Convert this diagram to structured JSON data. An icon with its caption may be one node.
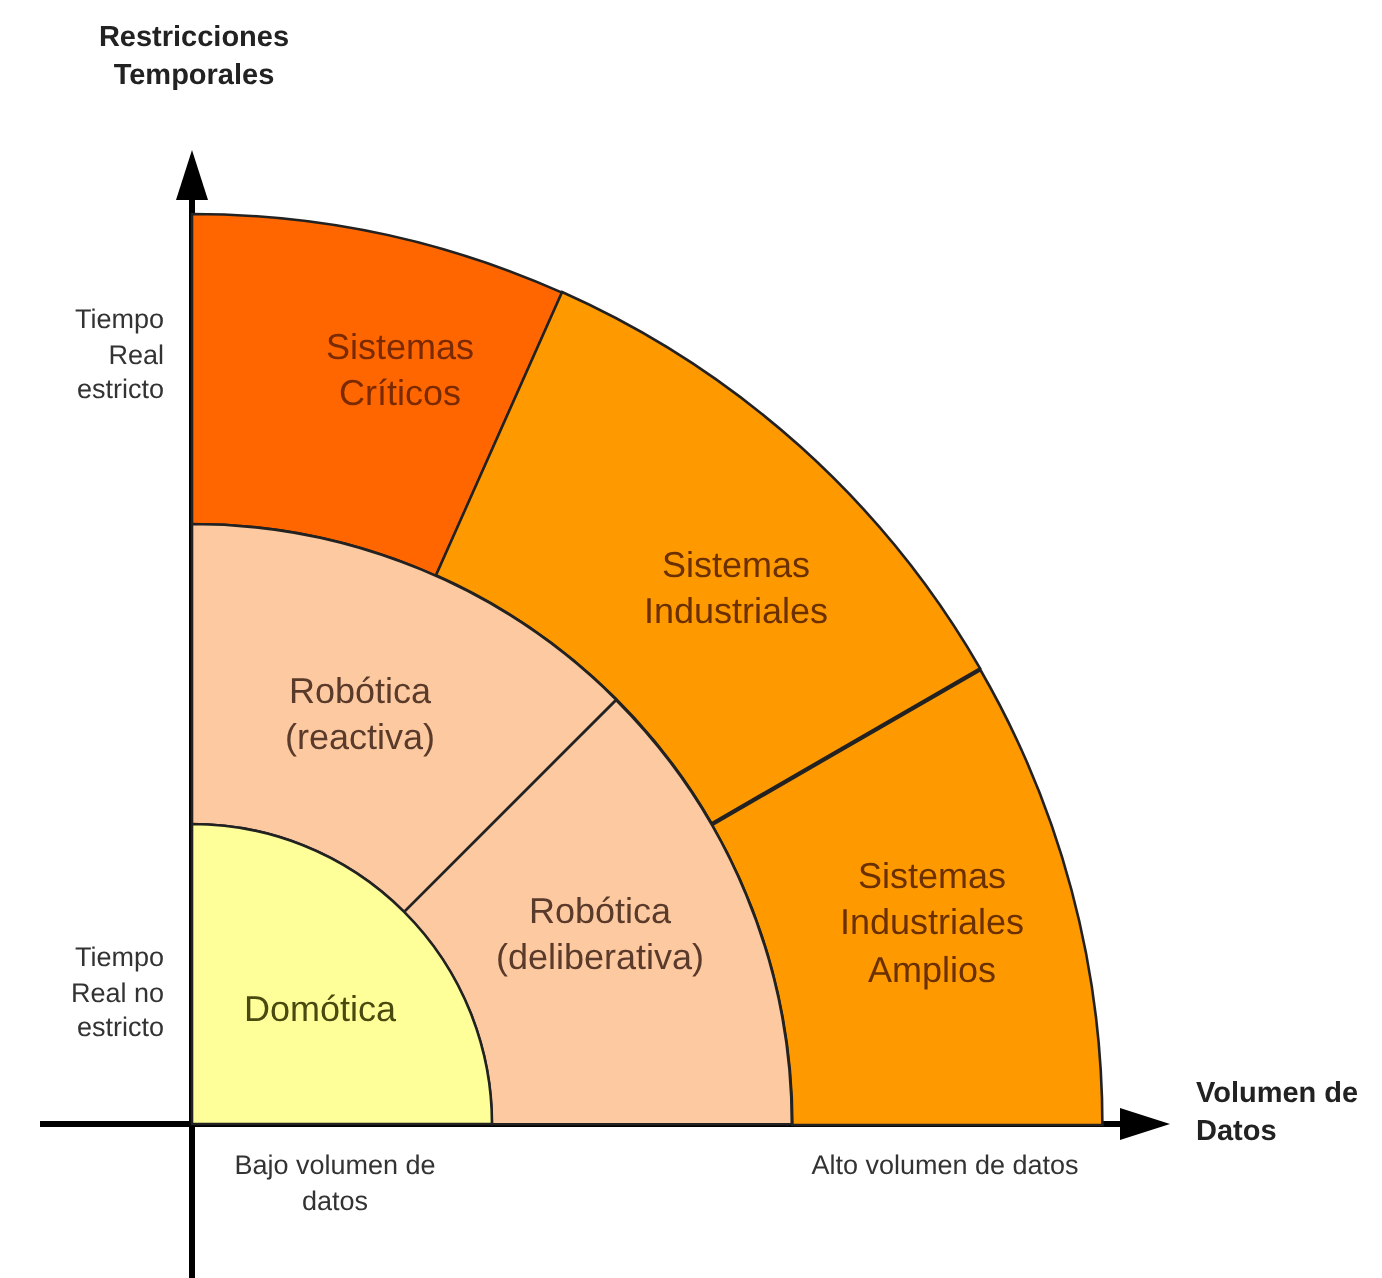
{
  "diagram": {
    "nodes": [
      {
        "text": [
          "Sistemas Críticos"
        ]
      },
      {
        "text": [
          "Sistemas Industriales"
        ]
      },
      {
        "text": [
          "Sistemas Industriales Amplios"
        ]
      },
      {
        "text": [
          "Robótica (reactiva)"
        ]
      },
      {
        "text": [
          "Robótica (deliberativa)"
        ]
      },
      {
        "text": [
          "Domótica"
        ]
      }
    ],
    "labels": [
      "Restricciones Temporales",
      "Tiempo Real estricto",
      "Tiempo Real no estricto",
      "Volumen de Datos",
      "Bajo volumen de datos",
      "Alto volumen de datos"
    ]
  }
}
